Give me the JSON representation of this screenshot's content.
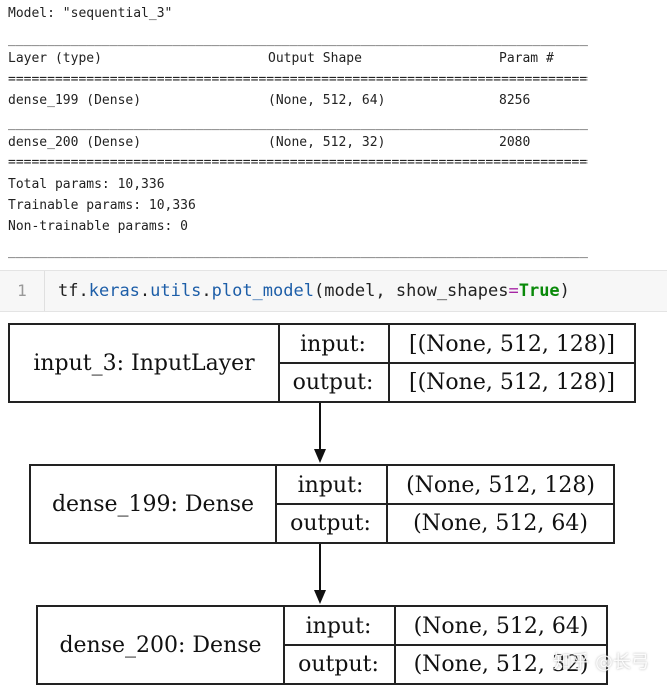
{
  "summary": {
    "model_line": "Model: \"sequential_3\"",
    "header": {
      "layer": "Layer (type)",
      "output": "Output Shape",
      "params": "Param #"
    },
    "rows": [
      {
        "layer": "dense_199 (Dense)",
        "output": "(None, 512, 64)",
        "params": "8256"
      },
      {
        "layer": "dense_200 (Dense)",
        "output": "(None, 512, 32)",
        "params": "2080"
      }
    ],
    "total": "Total params: 10,336",
    "trainable": "Trainable params: 10,336",
    "non_trainable": "Non-trainable params: 0",
    "rule_dash": "________________________________________________________________________________________________",
    "rule_eq": "================================================================================================"
  },
  "code_cell": {
    "line_number": "1",
    "tokens": {
      "module": "tf",
      "attr1": "keras",
      "attr2": "utils",
      "func": "plot_model",
      "open": "(",
      "arg1": "model, ",
      "kwarg": "show_shapes",
      "eq": "=",
      "value": "True",
      "close": ")"
    }
  },
  "diagram": {
    "nodes": [
      {
        "name": "input_3: InputLayer",
        "input_label": "input:",
        "output_label": "output:",
        "input_shape": "[(None, 512, 128)]",
        "output_shape": "[(None, 512, 128)]"
      },
      {
        "name": "dense_199: Dense",
        "input_label": "input:",
        "output_label": "output:",
        "input_shape": "(None, 512, 128)",
        "output_shape": "(None, 512, 64)"
      },
      {
        "name": "dense_200: Dense",
        "input_label": "input:",
        "output_label": "output:",
        "input_shape": "(None, 512, 64)",
        "output_shape": "(None, 512, 32)"
      }
    ]
  },
  "watermark": "知乎 @长弓"
}
